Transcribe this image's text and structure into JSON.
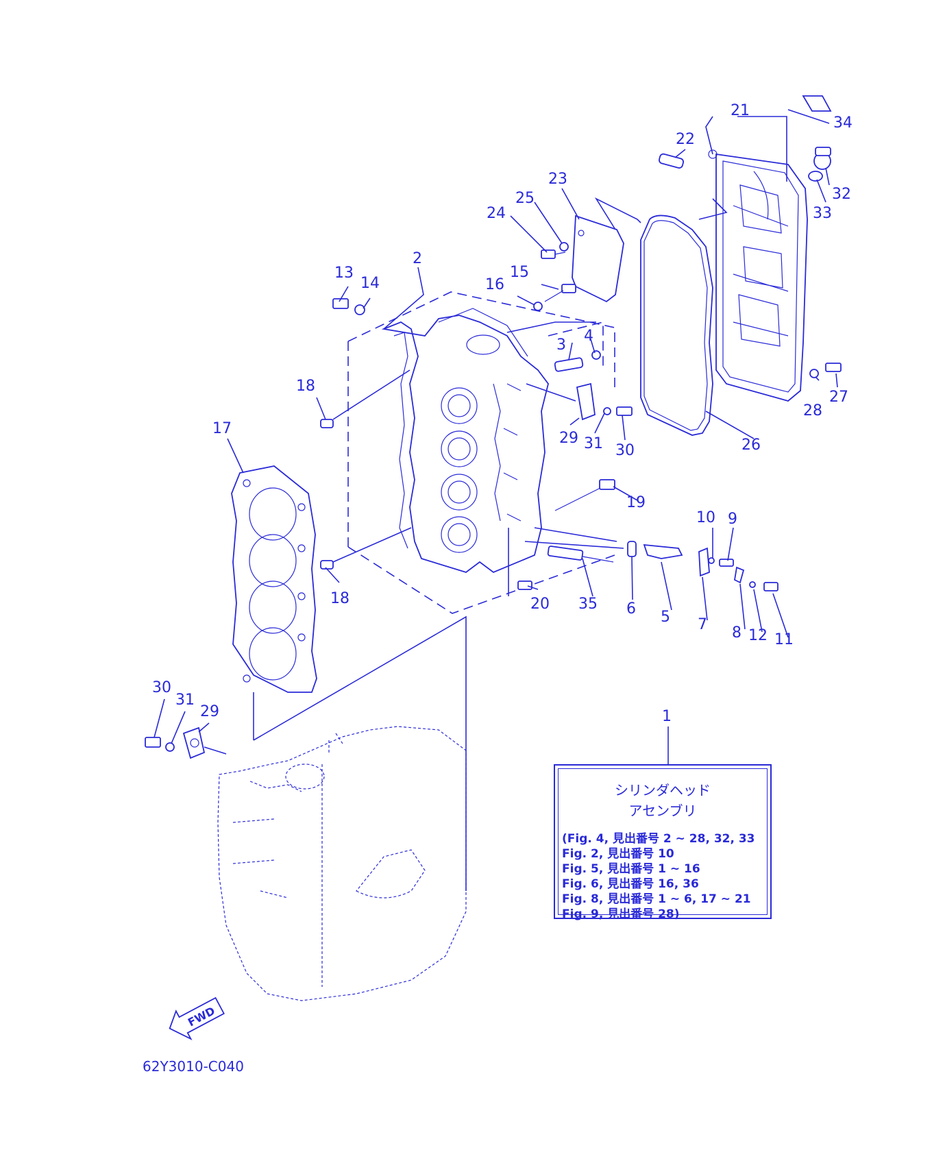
{
  "callouts": [
    "1",
    "2",
    "3",
    "4",
    "5",
    "6",
    "7",
    "8",
    "9",
    "10",
    "11",
    "12",
    "13",
    "14",
    "15",
    "16",
    "17",
    "18",
    "18",
    "19",
    "20",
    "21",
    "22",
    "23",
    "24",
    "25",
    "26",
    "27",
    "28",
    "29",
    "29",
    "30",
    "30",
    "31",
    "31",
    "32",
    "33",
    "33",
    "34",
    "35"
  ],
  "legend": {
    "title_line1": "シリンダヘッド",
    "title_line2": "アセンブリ",
    "rows": [
      "(Fig. 4, 見出番号 2 ~ 28, 32, 33",
      " Fig. 2, 見出番号 10",
      " Fig. 5, 見出番号 1 ~ 16",
      " Fig. 6, 見出番号 16, 36",
      " Fig. 8, 見出番号 1 ~ 6, 17 ~ 21",
      " Fig. 9, 見出番号 28)"
    ]
  },
  "fwd_label": "FWD",
  "figure_code": "62Y3010-C040",
  "colors": {
    "ink": "#2a2ad8",
    "background": "#ffffff"
  }
}
